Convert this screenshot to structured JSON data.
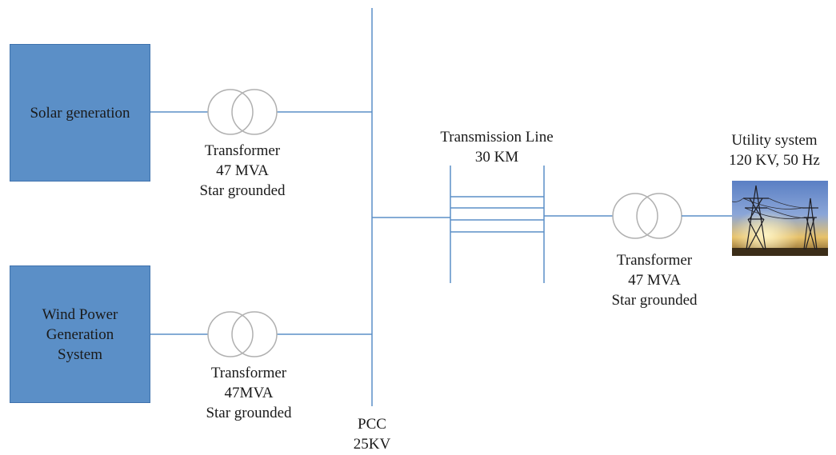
{
  "solar": {
    "line1": "Solar generation"
  },
  "wind": {
    "line1": "Wind Power",
    "line2": "Generation",
    "line3": "System"
  },
  "transformer_solar": {
    "name": "Transformer",
    "rating": "47 MVA",
    "connection": "Star grounded"
  },
  "transformer_wind": {
    "name": "Transformer",
    "rating": "47MVA",
    "connection": "Star grounded"
  },
  "transformer_utility": {
    "name": "Transformer",
    "rating": "47 MVA",
    "connection": "Star grounded"
  },
  "transmission": {
    "name": "Transmission Line",
    "length": "30 KM"
  },
  "utility": {
    "name": "Utility system",
    "rating": "120 KV, 50 Hz"
  },
  "pcc": {
    "name": "PCC",
    "voltage": "25KV"
  },
  "colors": {
    "wire": "#5b8fc7",
    "block_fill": "#5b8fc7",
    "transformer_stroke": "#b0b0b0"
  },
  "icons": {
    "utility_image": "transmission-tower-icon"
  }
}
